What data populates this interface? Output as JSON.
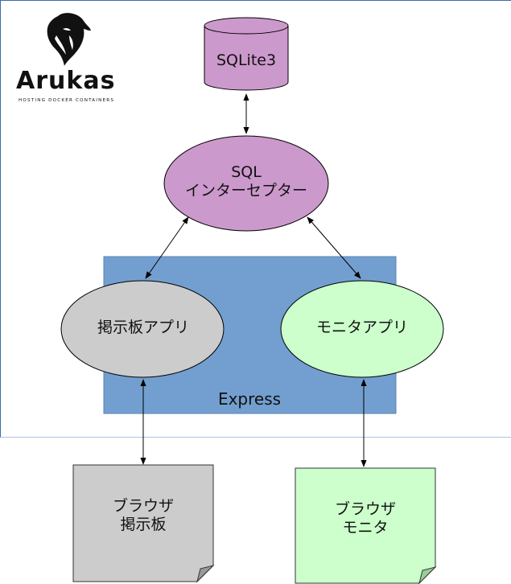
{
  "logo": {
    "name": "Arukas",
    "tagline": "HOSTING DOCKER CONTAINERS"
  },
  "nodes": {
    "database": {
      "label": "SQLite3"
    },
    "interceptor": {
      "line1": "SQL",
      "line2": "インターセプター"
    },
    "container": {
      "label": "Express"
    },
    "bbs_app": {
      "label": "掲示板アプリ"
    },
    "monitor_app": {
      "label": "モニタアプリ"
    },
    "bbs_browser": {
      "line1": "ブラウザ",
      "line2": "掲示板"
    },
    "monitor_browser": {
      "line1": "ブラウザ",
      "line2": "モニタ"
    }
  },
  "colors": {
    "database_fill": "#cc99cc",
    "interceptor_fill": "#cc99cc",
    "container_fill": "#729fcf",
    "bbs_app_fill": "#cccccc",
    "monitor_app_fill": "#ccffcc",
    "bbs_browser_fill": "#cccccc",
    "monitor_browser_fill": "#ccffcc",
    "frame_border": "#3a6ea5"
  },
  "connections": [
    {
      "from": "database",
      "to": "interceptor",
      "type": "bidirectional"
    },
    {
      "from": "interceptor",
      "to": "bbs_app",
      "type": "bidirectional"
    },
    {
      "from": "interceptor",
      "to": "monitor_app",
      "type": "bidirectional"
    },
    {
      "from": "bbs_app",
      "to": "bbs_browser",
      "type": "bidirectional"
    },
    {
      "from": "monitor_app",
      "to": "monitor_browser",
      "type": "bidirectional"
    }
  ]
}
